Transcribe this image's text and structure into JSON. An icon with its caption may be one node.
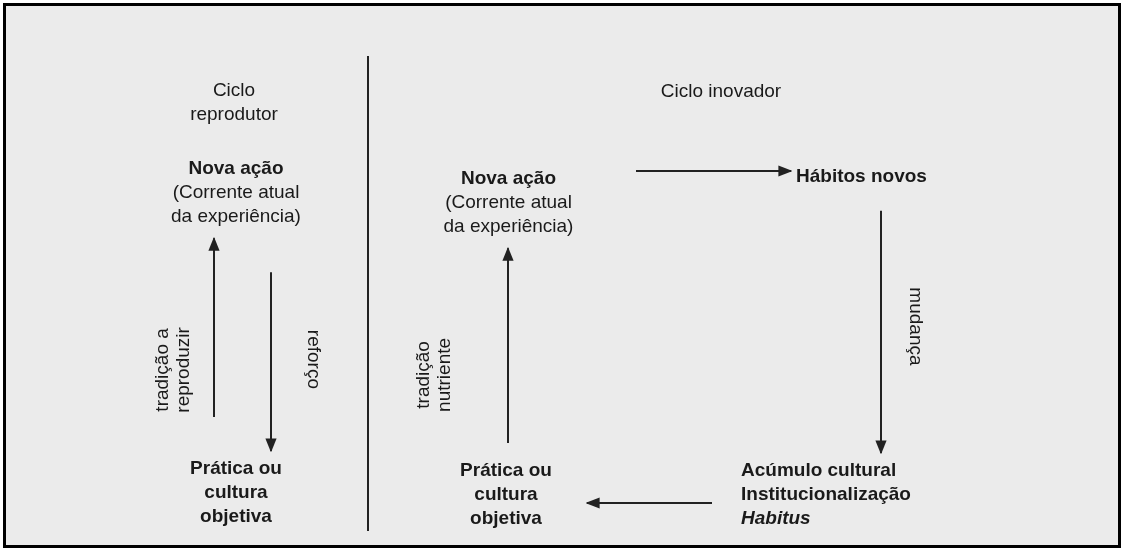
{
  "diagram": {
    "nodes": [
      {
        "text": [
          "Nova ação",
          "(Corrente atual da experiência)"
        ]
      },
      {
        "text": [
          "Prática ou cultura objetiva"
        ]
      },
      {
        "text": [
          "Nova ação",
          "(Corrente atual da experiência)"
        ]
      },
      {
        "text": [
          "Hábitos novos"
        ]
      },
      {
        "text": [
          "Acúmulo cultural",
          "Institucionalização",
          "Habitus"
        ]
      },
      {
        "text": [
          "Prática ou cultura objetiva"
        ]
      }
    ],
    "edges": [
      {
        "from": 1,
        "to": 0,
        "arrow": "to",
        "label": "tradição a reproduzir"
      },
      {
        "from": 0,
        "to": 1,
        "arrow": "to",
        "label": "reforço"
      },
      {
        "from": 5,
        "to": 2,
        "arrow": "to",
        "label": "tradição nutriente"
      },
      {
        "from": 2,
        "to": 3,
        "arrow": "to"
      },
      {
        "from": 3,
        "to": 4,
        "arrow": "to",
        "label": "mudança"
      },
      {
        "from": 4,
        "to": 5,
        "arrow": "to"
      }
    ],
    "labels": [
      "Ciclo reprodutor",
      "Ciclo inovador"
    ]
  }
}
